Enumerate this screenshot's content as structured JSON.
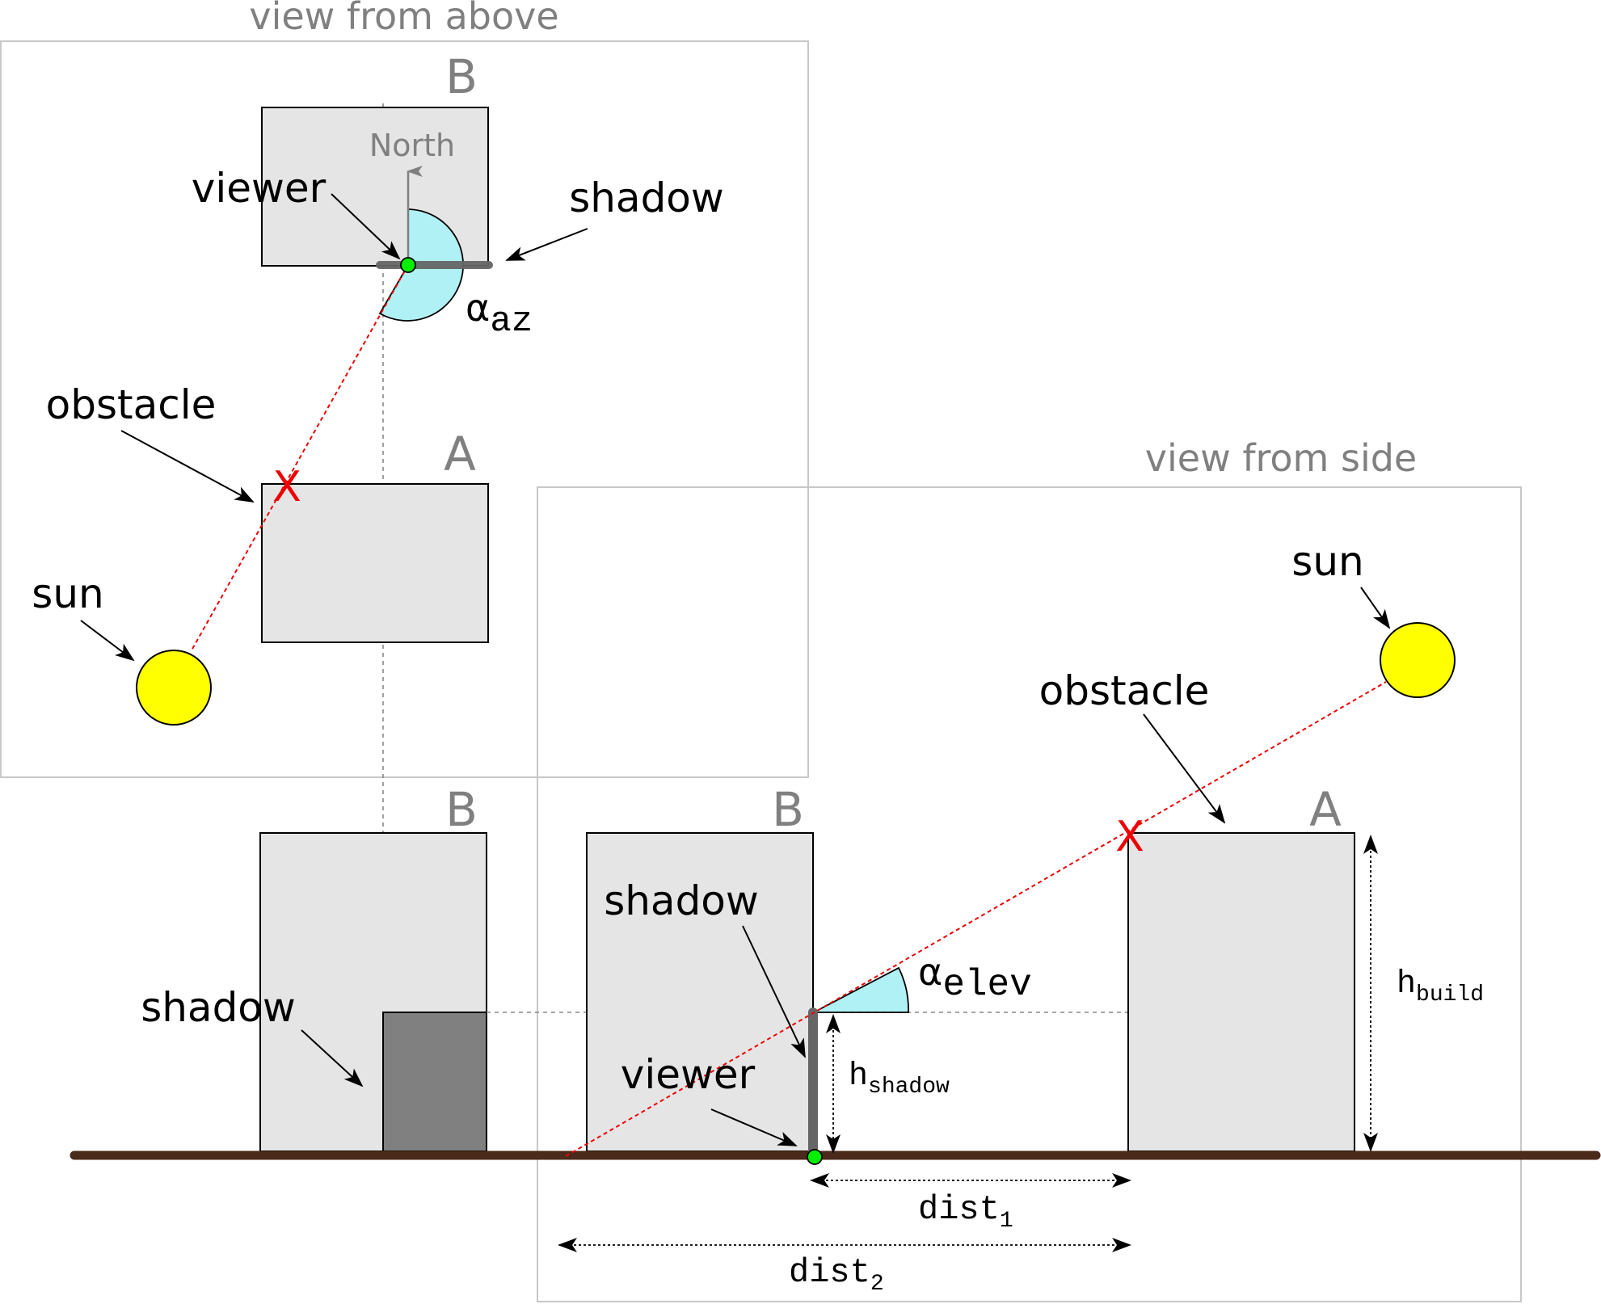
{
  "panels": {
    "above": {
      "title": "view from above"
    },
    "side": {
      "title": "view from side"
    }
  },
  "buildings": {
    "b": "B",
    "a": "A"
  },
  "labels": {
    "north": "North",
    "viewer": "viewer",
    "shadow": "shadow",
    "obstacle": "obstacle",
    "sun": "sun",
    "obstruction_mark": "X",
    "alpha_symbol": "α",
    "az_sub": "az",
    "elev_sub": "elev",
    "h_symbol": "h",
    "shadow_sub": "shadow",
    "build_sub": "build",
    "dist": "dist",
    "dist1_sub": "1",
    "dist2_sub": "2"
  },
  "colors": {
    "building_fill": "#e5e5e5",
    "shadow_fill": "#808080",
    "shadow_line": "#666666",
    "sun_fill": "#ffff00",
    "viewer_fill": "#00ee00",
    "angle_fill": "#aff1f4",
    "ray": "#ee0000",
    "ground": "#4a2a1a",
    "frame": "#c8c8c8"
  },
  "icons": {
    "sun": "sun-circle",
    "viewer": "viewer-dot",
    "obstruction": "x-mark"
  }
}
